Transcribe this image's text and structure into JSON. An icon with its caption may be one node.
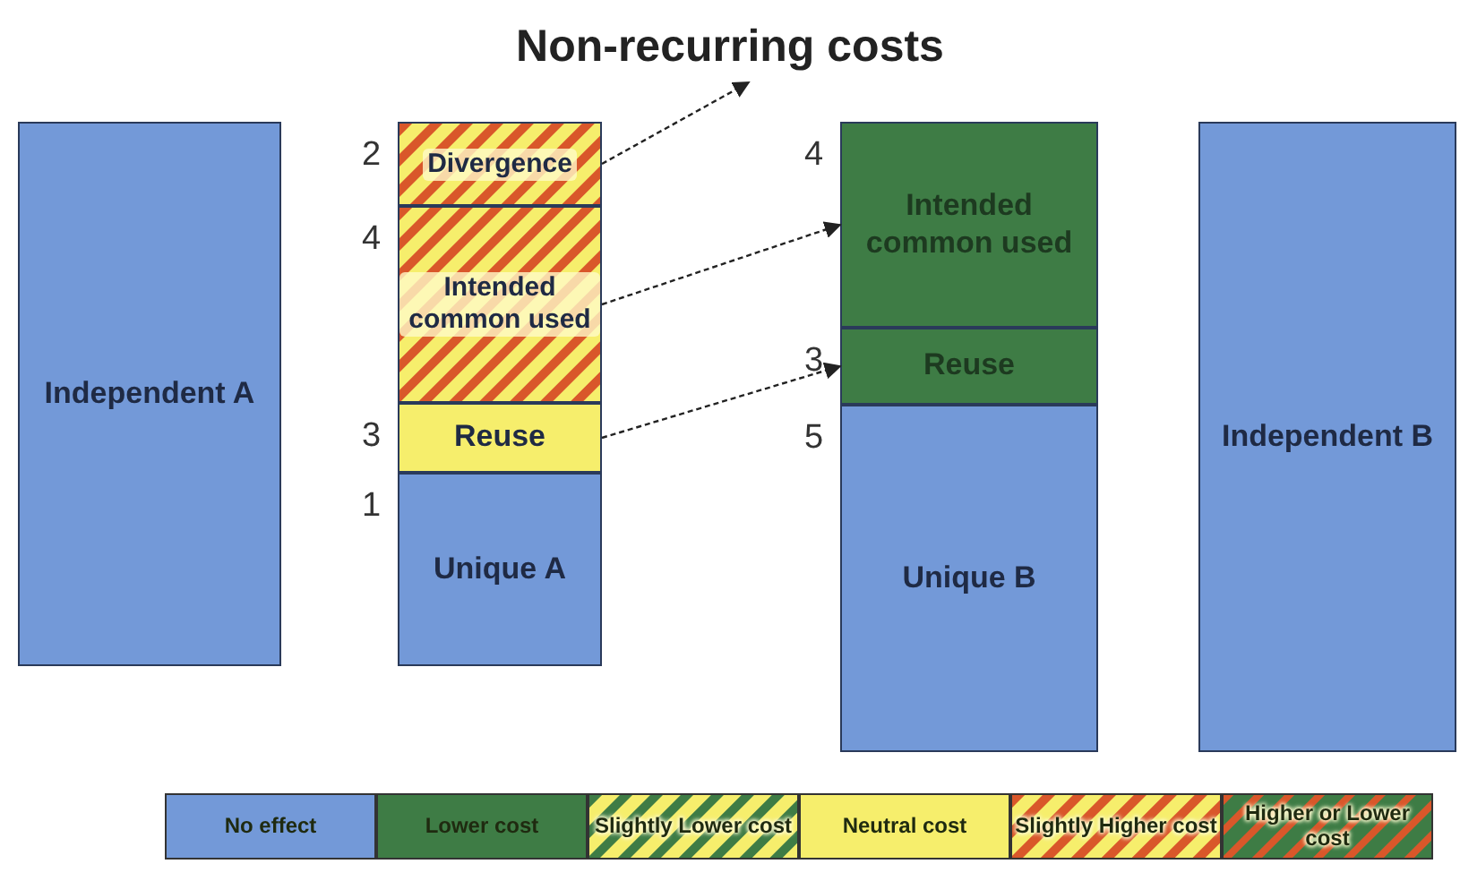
{
  "diagram": {
    "title": "Non-recurring costs",
    "nodes": [
      {
        "text": [
          "Independent A"
        ]
      },
      {
        "text": [
          "Divergence"
        ],
        "beside": [
          "2"
        ]
      },
      {
        "text": [
          "Intended common used"
        ],
        "beside": [
          "4"
        ]
      },
      {
        "text": [
          "Reuse"
        ],
        "beside": [
          "3"
        ]
      },
      {
        "text": [
          "Unique A"
        ],
        "beside": [
          "1"
        ]
      },
      {
        "text": [
          "Intended common used"
        ],
        "beside": [
          "4"
        ]
      },
      {
        "text": [
          "Reuse"
        ],
        "beside": [
          "3"
        ]
      },
      {
        "text": [
          "Unique B"
        ],
        "beside": [
          "5"
        ]
      },
      {
        "text": [
          "Independent B"
        ]
      }
    ],
    "edges": [
      {
        "from": 1,
        "to": null,
        "arrow": "to",
        "style": "dashed"
      },
      {
        "from": 2,
        "to": 5,
        "arrow": "to",
        "style": "dashed"
      },
      {
        "from": 3,
        "to": 6,
        "arrow": "to",
        "style": "dashed"
      }
    ],
    "legend": [
      {
        "text": "No effect",
        "color": "#7399d8"
      },
      {
        "text": "Lower cost",
        "color": "#3e7c45"
      },
      {
        "text": "Slightly Lower cost"
      },
      {
        "text": "Neutral cost",
        "color": "#f6ee6c"
      },
      {
        "text": "Slightly Higher cost"
      },
      {
        "text": "Higher or Lower cost"
      }
    ]
  }
}
